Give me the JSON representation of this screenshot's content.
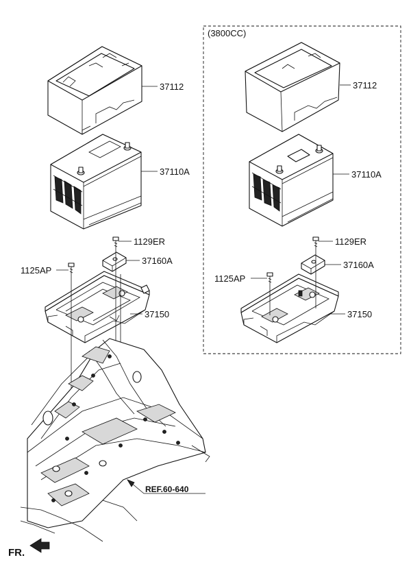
{
  "variant_box": {
    "label": "(3800CC)"
  },
  "left_group": {
    "cover": "37112",
    "battery": "37110A",
    "bolt_top": "1129ER",
    "clamp": "37160A",
    "bolt_side": "1125AP",
    "tray": "37150"
  },
  "right_group": {
    "cover": "37112",
    "battery": "37110A",
    "bolt_top": "1129ER",
    "clamp": "37160A",
    "bolt_side": "1125AP",
    "tray": "37150"
  },
  "reference": {
    "label": "REF.60-640"
  },
  "direction": {
    "label": "FR."
  }
}
